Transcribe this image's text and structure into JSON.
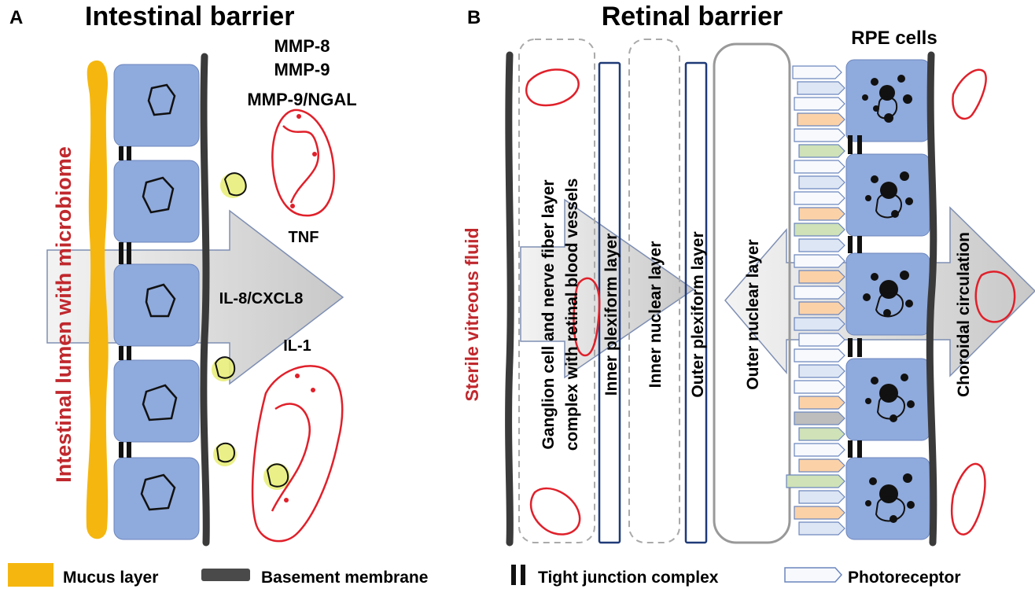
{
  "panel_a": {
    "letter": "A",
    "title": "Intestinal barrier",
    "side_label": "Intestinal lumen with microbiome",
    "mediators": [
      "MMP-8",
      "MMP-9",
      "MMP-9/NGAL"
    ],
    "cytokines": [
      "TNF",
      "IL-8/CXCL8",
      "IL-1"
    ]
  },
  "panel_b": {
    "letter": "B",
    "title": "Retinal barrier",
    "side_label": "Sterile vitreous fluid",
    "rpe_label": "RPE cells",
    "layers": [
      "Ganglion cell and nerve fiber layer",
      "complex with retinal blood vessels",
      "Inner plexiform layer",
      "Inner nuclear layer",
      "Outer plexiform layer",
      "Outer nuclear layer",
      "Choroidal circulation"
    ]
  },
  "legend": [
    {
      "label": "Mucus layer"
    },
    {
      "label": "Basement membrane"
    },
    {
      "label": "Tight junction complex"
    },
    {
      "label": "Photoreceptor"
    }
  ],
  "colors": {
    "mucus": "#f5b70f",
    "cell": "#8faadc",
    "membrane": "#3a3a3a",
    "immune": "#e0202a",
    "microbe": "#e8ee7a",
    "arrow": "#d4d4d4",
    "red_label": "#c0282d"
  }
}
